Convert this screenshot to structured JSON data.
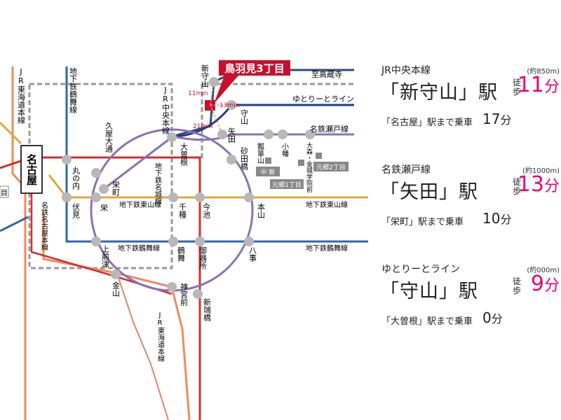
{
  "map": {
    "title_badge": "鳥羽見3丁目",
    "times": [
      "11min",
      "13min",
      "21min"
    ],
    "lines": {
      "jr_tokaido_left": "JR東海道本線",
      "jr_tokaido_bottom": "JR東海道本線",
      "jr_chuo": "JR中央本線",
      "meitetsu_nagoya": "名鉄名古屋本線",
      "tsurumai_upper": "地下鉄鶴舞線",
      "tsurumai_right": "地下鉄鶴舞線",
      "tsurumai_left": "地下鉄鶴舞線",
      "meijo": "地下鉄名城線",
      "higashiyama_left": "地下鉄東山線",
      "higashiyama_right": "地下鉄東山線",
      "yutorito": "ゆとりーとライン",
      "meitetsu_seto": "名鉄瀬戸線",
      "to_kozoji": "至高蔵寺"
    },
    "stations": {
      "nagoya": "名古屋",
      "shin_moriyama": "新守山",
      "moriyama": "守山",
      "yada": "矢田",
      "ozone": "大曽根",
      "sunadabashi": "砂田橋",
      "hisaya_odori": "久屋大通",
      "marunouchi": "丸の内",
      "fushimi": "伏見",
      "sakae_machi": "栄町",
      "sakae": "栄",
      "chikusa": "千種",
      "imaike": "今池",
      "motoyama": "本山",
      "kamimaezu": "上前津",
      "tsurumai": "鶴舞",
      "gokiso": "御器所",
      "yagoto": "八事",
      "kanayama": "金山",
      "jingumae": "神宮前",
      "aratamabashi": "新瑞橋",
      "seto_st1": "瓢箪山",
      "seto_st2": "小幡",
      "seto_st3": "大森・金城学院前",
      "lm_nakaarai": "中 新",
      "lm_gen1": "元郷1丁目",
      "lm_gen2": "元郷2丁目",
      "left_edge_mark": "目"
    }
  },
  "routes": [
    {
      "line": "JR中央本線",
      "distance": "(約850m)",
      "station": "「新守山」駅",
      "walk_label": "徒歩",
      "walk_minutes": "11",
      "walk_unit": "分",
      "ride_text": "「名古屋」駅まで乗車",
      "ride_minutes": "17",
      "ride_unit": "分"
    },
    {
      "line": "名鉄瀬戸線",
      "distance": "(約1000m)",
      "station": "「矢田」駅",
      "walk_label": "徒歩",
      "walk_minutes": "13",
      "walk_unit": "分",
      "ride_text": "「栄町」駅まで乗車",
      "ride_minutes": "10",
      "ride_unit": "分"
    },
    {
      "line": "ゆとりーとライン",
      "distance": "(約000m)",
      "station": "「守山」駅",
      "walk_label": "徒歩",
      "walk_minutes": "9",
      "walk_unit": "分",
      "ride_text": "「大曽根」駅まで乗車",
      "ride_minutes": "0",
      "ride_unit": "分"
    }
  ],
  "colors": {
    "walk_accent": "#e6007e",
    "badge": "#c8102e",
    "jr_tokaido": "#f08a5d",
    "jr_chuo": "#2e4b7a",
    "meijo": "#8a73b6",
    "higashiyama": "#e0a938",
    "tsurumai": "#2f66b1",
    "sakuradori": "#d32f2f",
    "seto": "#8a73b6",
    "yutorito": "#1f3f7a"
  }
}
